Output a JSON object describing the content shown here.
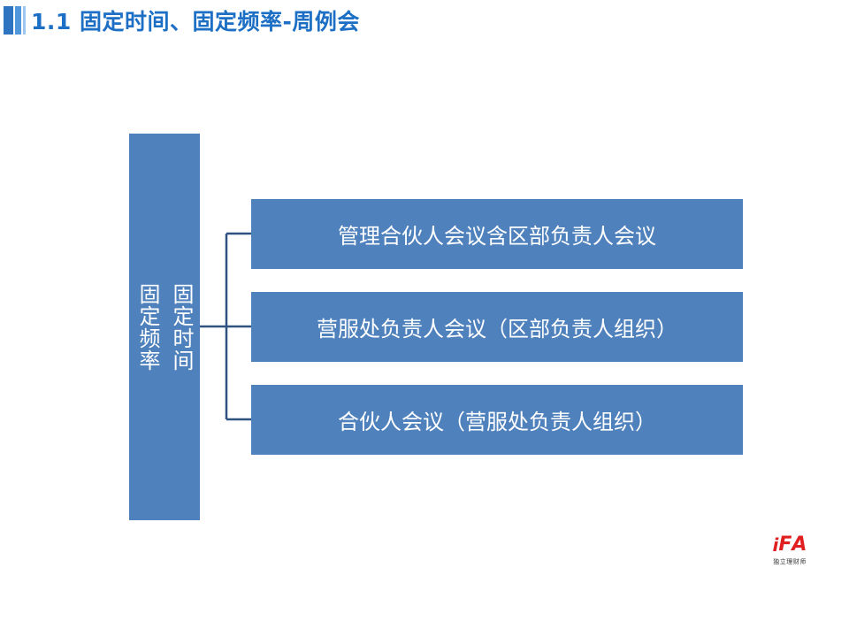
{
  "header": {
    "title": "1.1 固定时间、固定频率-周例会"
  },
  "diagram": {
    "root": {
      "lines": [
        "固定时间",
        "固定频率"
      ]
    },
    "children": [
      {
        "label": "管理合伙人会议含区部负责人会议"
      },
      {
        "label": "营服处负责人会议（区部负责人组织）"
      },
      {
        "label": "合伙人会议（营服处负责人组织）"
      }
    ]
  },
  "logo": {
    "mark_letters": [
      "i",
      "F",
      "A"
    ],
    "subtitle": "独立理财师"
  },
  "colors": {
    "box_fill": "#4f81bd",
    "connector": "#2f5280",
    "title": "#1c6fc4",
    "logo": "#e02020"
  }
}
